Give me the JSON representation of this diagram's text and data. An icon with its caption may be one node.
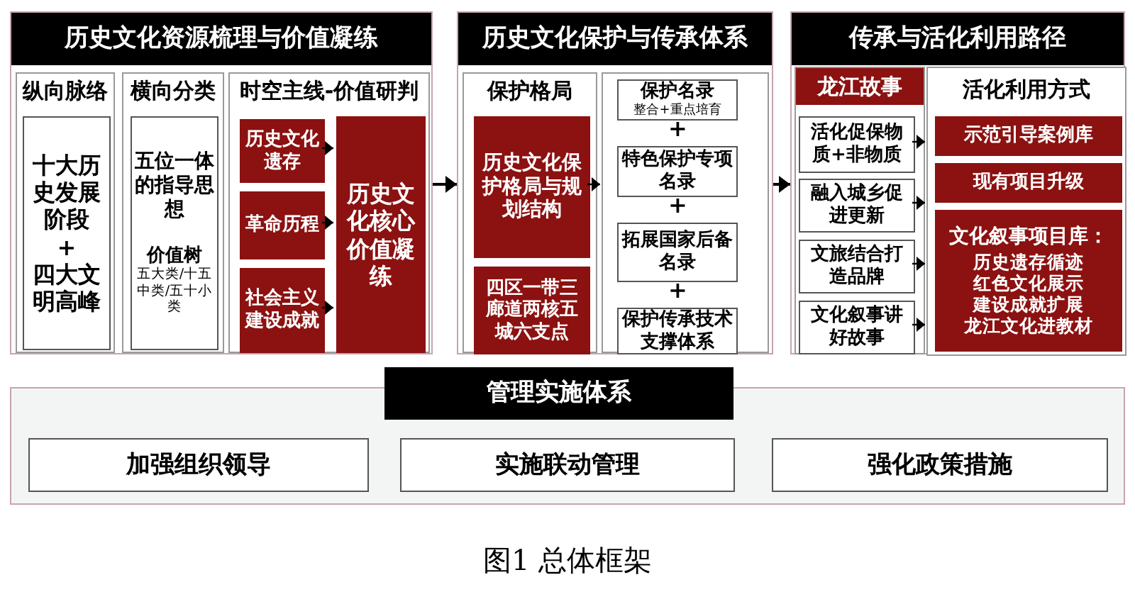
{
  "diagram": {
    "caption": "图1 总体框架",
    "nodes": [
      {
        "text": [
          "历史文化资源梳理与价值凝练"
        ]
      },
      {
        "text": [
          "纵向脉络"
        ],
        "in": 0
      },
      {
        "text": [
          "十大历史发展阶段",
          "+",
          "四大文明高峰"
        ],
        "in": 1
      },
      {
        "text": [
          "横向分类"
        ],
        "in": 0
      },
      {
        "text": [
          "五位一体的指导思想",
          "价值树",
          "五大类/十五中类/五十小类"
        ],
        "in": 3
      },
      {
        "text": [
          "时空主线-价值研判"
        ],
        "in": 0
      },
      {
        "text": [
          "历史文化遗存"
        ],
        "in": 5
      },
      {
        "text": [
          "革命历程"
        ],
        "in": 5
      },
      {
        "text": [
          "社会主义建设成就"
        ],
        "in": 5
      },
      {
        "text": [
          "历史文化核心价值凝练"
        ],
        "in": 5
      },
      {
        "text": [
          "历史文化保护与传承体系"
        ]
      },
      {
        "text": [
          "保护格局"
        ],
        "in": 10
      },
      {
        "text": [
          "历史文化保护格局与规划结构"
        ],
        "in": 11
      },
      {
        "text": [
          "四区一带三廊道两核五城六支点"
        ],
        "in": 11
      },
      {
        "text": [],
        "shape": "box",
        "in": 10
      },
      {
        "text": [
          "保护名录",
          "整合+重点培育"
        ],
        "in": 14
      },
      {
        "text": [
          "特色保护专项名录"
        ],
        "in": 14
      },
      {
        "text": [
          "拓展国家后备名录"
        ],
        "in": 14
      },
      {
        "text": [
          "保护传承技术支撑体系"
        ],
        "in": 14
      },
      {
        "text": [
          "传承与活化利用路径"
        ]
      },
      {
        "text": [
          "龙江故事"
        ],
        "in": 19
      },
      {
        "text": [
          "活化促保物质+非物质"
        ],
        "in": 20
      },
      {
        "text": [
          "融入城乡促进更新"
        ],
        "in": 20
      },
      {
        "text": [
          "文旅结合打造品牌"
        ],
        "in": 20
      },
      {
        "text": [
          "文化叙事讲好故事"
        ],
        "in": 20
      },
      {
        "text": [
          "活化利用方式"
        ],
        "in": 19
      },
      {
        "text": [
          "示范引导案例库"
        ],
        "in": 25
      },
      {
        "text": [
          "现有项目升级"
        ],
        "in": 25
      },
      {
        "text": [
          "文化叙事项目库：",
          "历史遗存循迹",
          "红色文化展示",
          "建设成就扩展",
          "龙江文化进教材"
        ],
        "in": 25
      },
      {
        "text": [
          "管理实施体系"
        ]
      },
      {
        "text": [
          "加强组织领导"
        ],
        "in": 29
      },
      {
        "text": [
          "实施联动管理"
        ],
        "in": 29
      },
      {
        "text": [
          "强化政策措施"
        ],
        "in": 29
      }
    ],
    "edges": [
      {
        "from": 0,
        "to": 10,
        "arrow": "to"
      },
      {
        "from": 10,
        "to": 19,
        "arrow": "to"
      },
      {
        "from": 6,
        "to": 9,
        "arrow": "to"
      },
      {
        "from": 7,
        "to": 9,
        "arrow": "to"
      },
      {
        "from": 8,
        "to": 9,
        "arrow": "to"
      },
      {
        "from": 12,
        "to": 14,
        "arrow": "to"
      },
      {
        "from": 21,
        "to": 25,
        "arrow": "to"
      },
      {
        "from": 22,
        "to": 25,
        "arrow": "to"
      },
      {
        "from": 23,
        "to": 25,
        "arrow": "to"
      },
      {
        "from": 24,
        "to": 25,
        "arrow": "to"
      }
    ],
    "labels": [
      "+",
      "+",
      "+"
    ]
  }
}
